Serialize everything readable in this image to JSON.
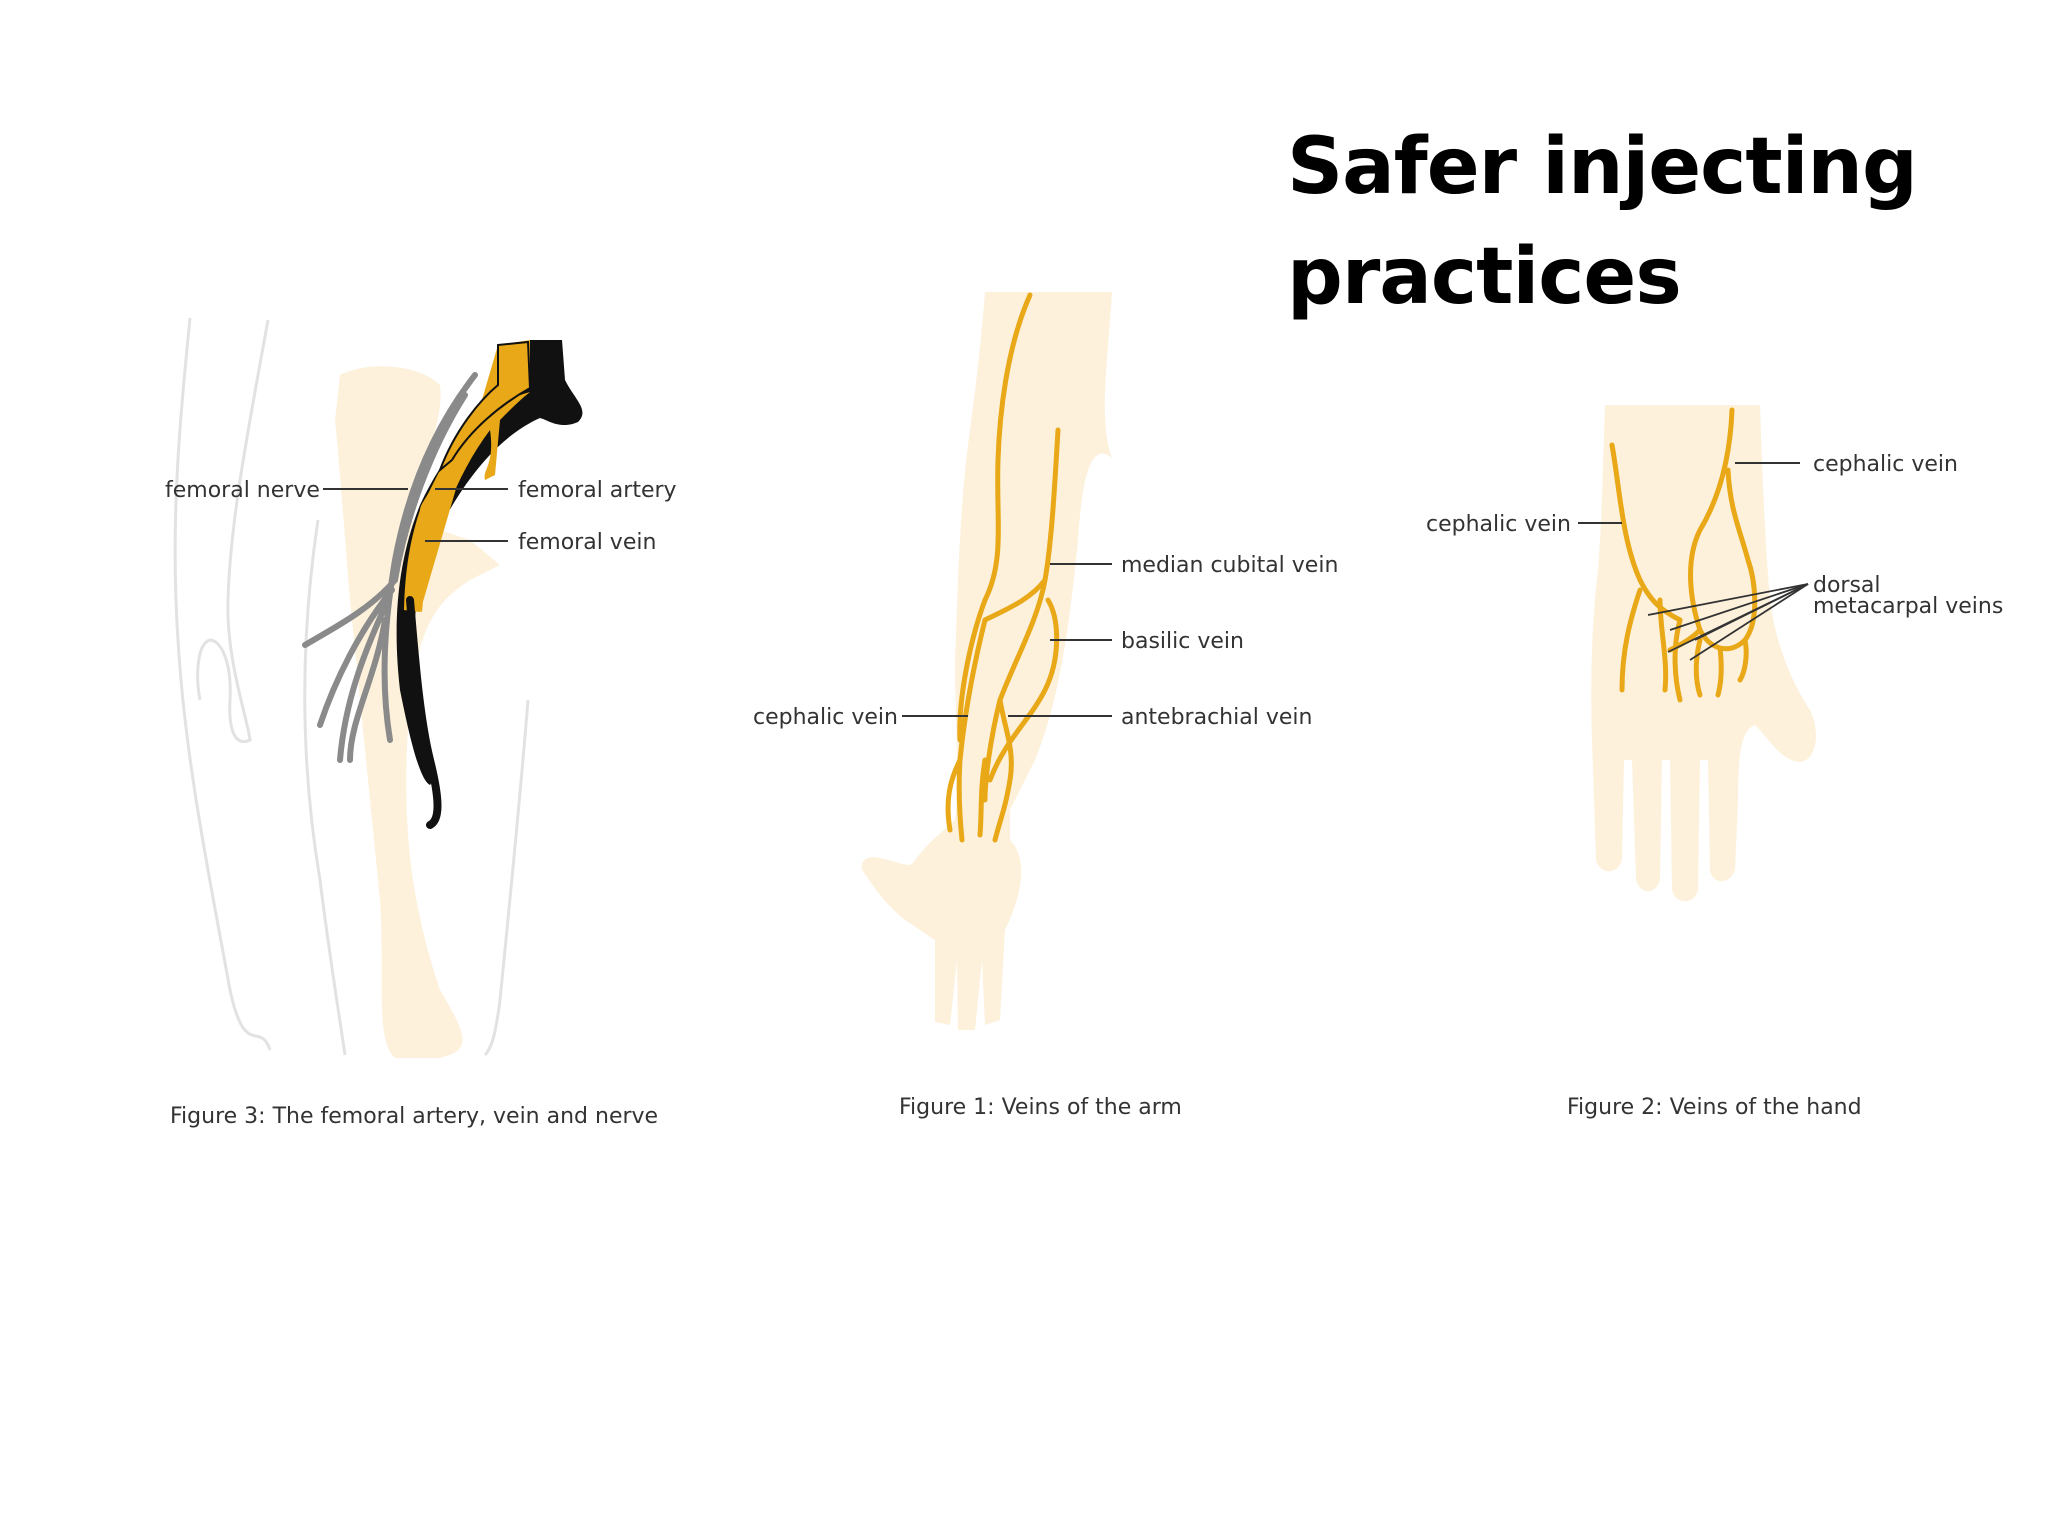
{
  "slide": {
    "title_line1": "Safer injecting",
    "title_line2": "practices"
  },
  "figures": {
    "femoral": {
      "caption": "Figure 3: The femoral artery, vein and nerve",
      "labels": {
        "nerve": "femoral nerve",
        "artery": "femoral artery",
        "vein": "femoral vein"
      }
    },
    "arm": {
      "caption": "Figure 1: Veins of the arm",
      "labels": {
        "median_cubital": "median cubital vein",
        "basilic": "basilic vein",
        "antebrachial": "antebrachial vein",
        "cephalic": "cephalic vein"
      }
    },
    "hand": {
      "caption": "Figure 2: Veins of the hand",
      "labels": {
        "cephalic_right": "cephalic vein",
        "cephalic_left": "cephalic vein",
        "dorsal_line1": "dorsal",
        "dorsal_line2": "metacarpal veins"
      }
    }
  },
  "colors": {
    "vein": "#e8a817",
    "skin": "#fdf1dc",
    "artery": "#111111",
    "nerve": "#8a8a8a",
    "outline": "#dcdcdc"
  }
}
